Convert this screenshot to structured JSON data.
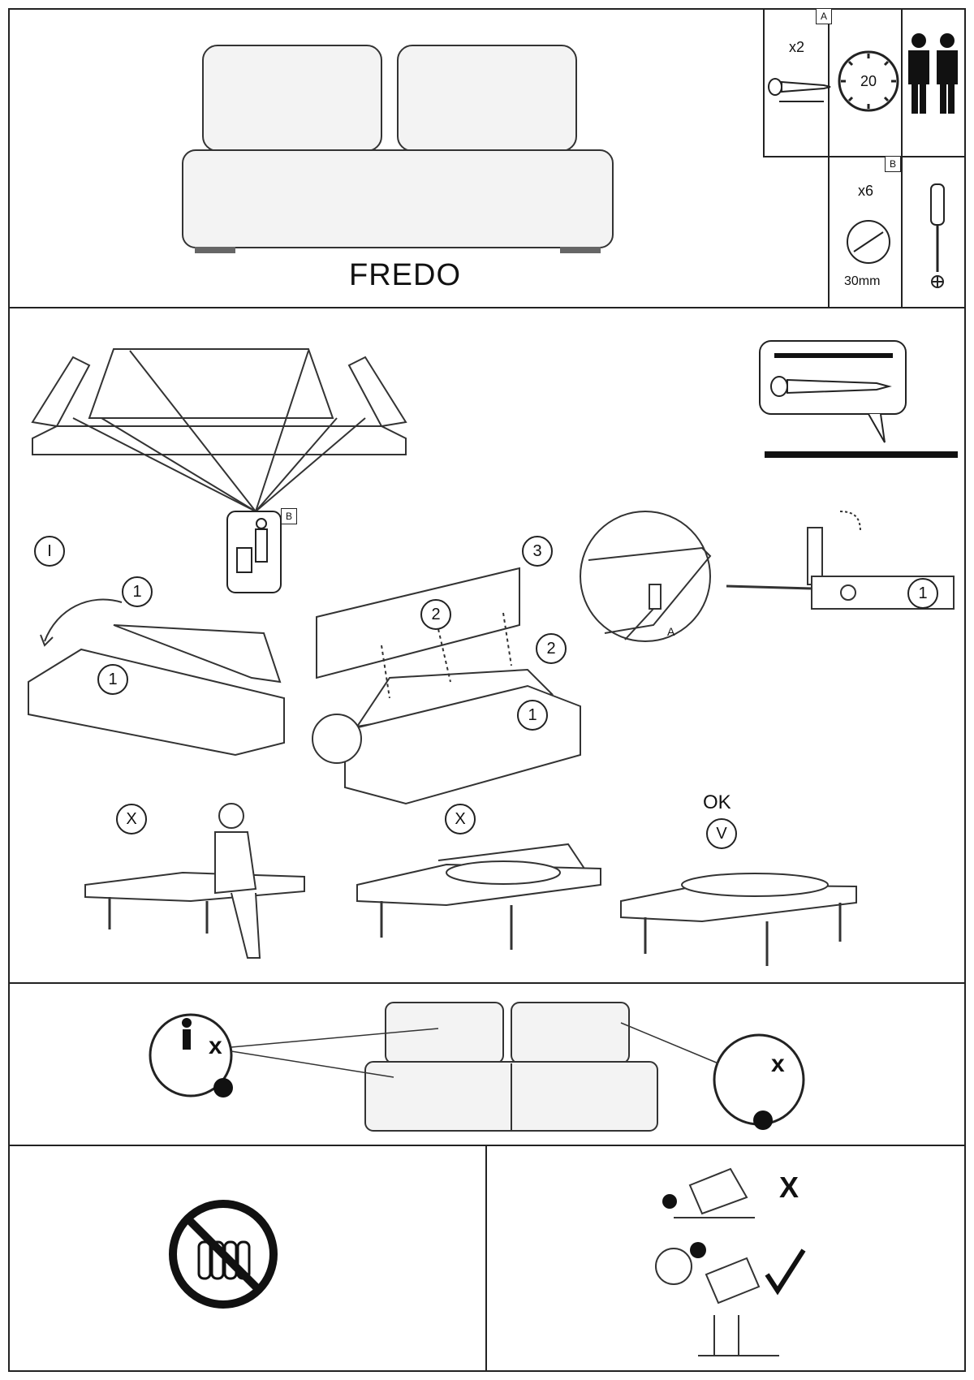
{
  "product": {
    "name": "FREDO"
  },
  "hardware": {
    "a": {
      "tag": "A",
      "qty": "x2"
    },
    "b": {
      "tag": "B",
      "qty": "x6",
      "size": "30mm"
    },
    "time": "20"
  },
  "steps": {
    "main": "I",
    "n1": "1",
    "n2": "2",
    "n3": "3",
    "detail_letter": "A",
    "tag_b": "B"
  },
  "usage": {
    "wrong1": "X",
    "wrong2": "X",
    "ok_label": "OK",
    "ok_mark": "V"
  }
}
